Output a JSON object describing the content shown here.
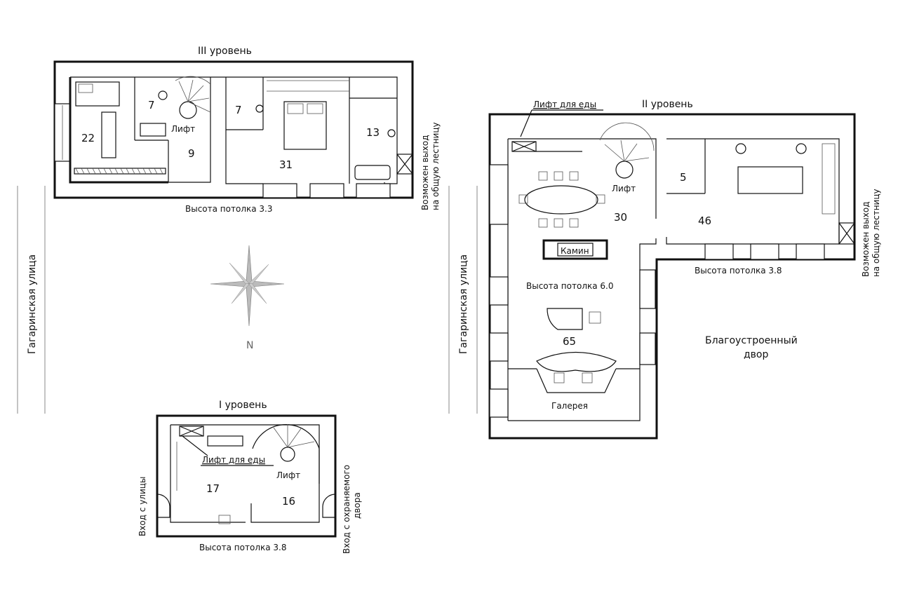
{
  "levels": {
    "level3": {
      "title": "III уровень",
      "ceiling": "Высота потолка 3.3",
      "rooms": [
        "22",
        "7",
        "9",
        "7",
        "31",
        "13"
      ],
      "lift": "Лифт",
      "exit_line1": "Возможен выход",
      "exit_line2": "на общую лестницу"
    },
    "level2": {
      "title": "II уровень",
      "food_lift": "Лифт для еды",
      "rooms": [
        "30",
        "5",
        "46",
        "65"
      ],
      "lift": "Лифт",
      "fireplace": "Камин",
      "ceiling_main": "Высота потолка 6.0",
      "ceiling_side": "Высота потолка 3.8",
      "gallery": "Галерея",
      "exit_line1": "Возможен выход",
      "exit_line2": "на общую лестницу"
    },
    "level1": {
      "title": "I уровень",
      "food_lift": "Лифт для еды",
      "rooms": [
        "17",
        "16"
      ],
      "lift": "Лифт",
      "ceiling": "Высота потолка 3.8",
      "entrance_street": "Вход с улицы",
      "entrance_yard_line1": "Вход с охраняемого",
      "entrance_yard_line2": "двора"
    }
  },
  "street_left": "Гагаринская улица",
  "street_right": "Гагаринская улица",
  "courtyard_line1": "Благоустроенный",
  "courtyard_line2": "двор",
  "compass_label": "N"
}
